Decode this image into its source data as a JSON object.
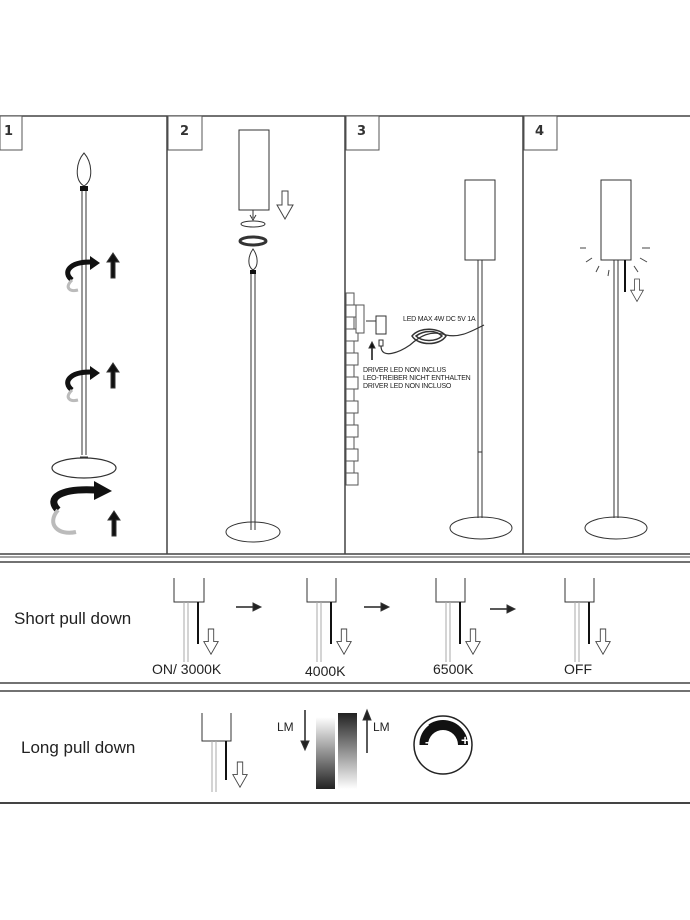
{
  "steps": [
    {
      "number": "1"
    },
    {
      "number": "2"
    },
    {
      "number": "3"
    },
    {
      "number": "4"
    }
  ],
  "step3": {
    "cable_spec": "LED MAX 4W DC 5V 1A",
    "driver_note": [
      "DRIVER LED NON INCLUS",
      "LEO-TREIBER NICHT ENTHALTEN",
      "DRIVER LED NON INCLUSO"
    ]
  },
  "short_pull": {
    "title": "Short pull down",
    "states": [
      "ON/ 3000K",
      "4000K",
      "6500K",
      "OFF"
    ]
  },
  "long_pull": {
    "title": "Long pull down",
    "dim_label_left": "LM",
    "dim_label_right": "LM",
    "dial_minus": "-",
    "dial_plus": "+"
  },
  "colors": {
    "line": "#333333",
    "frame": "#444444"
  }
}
